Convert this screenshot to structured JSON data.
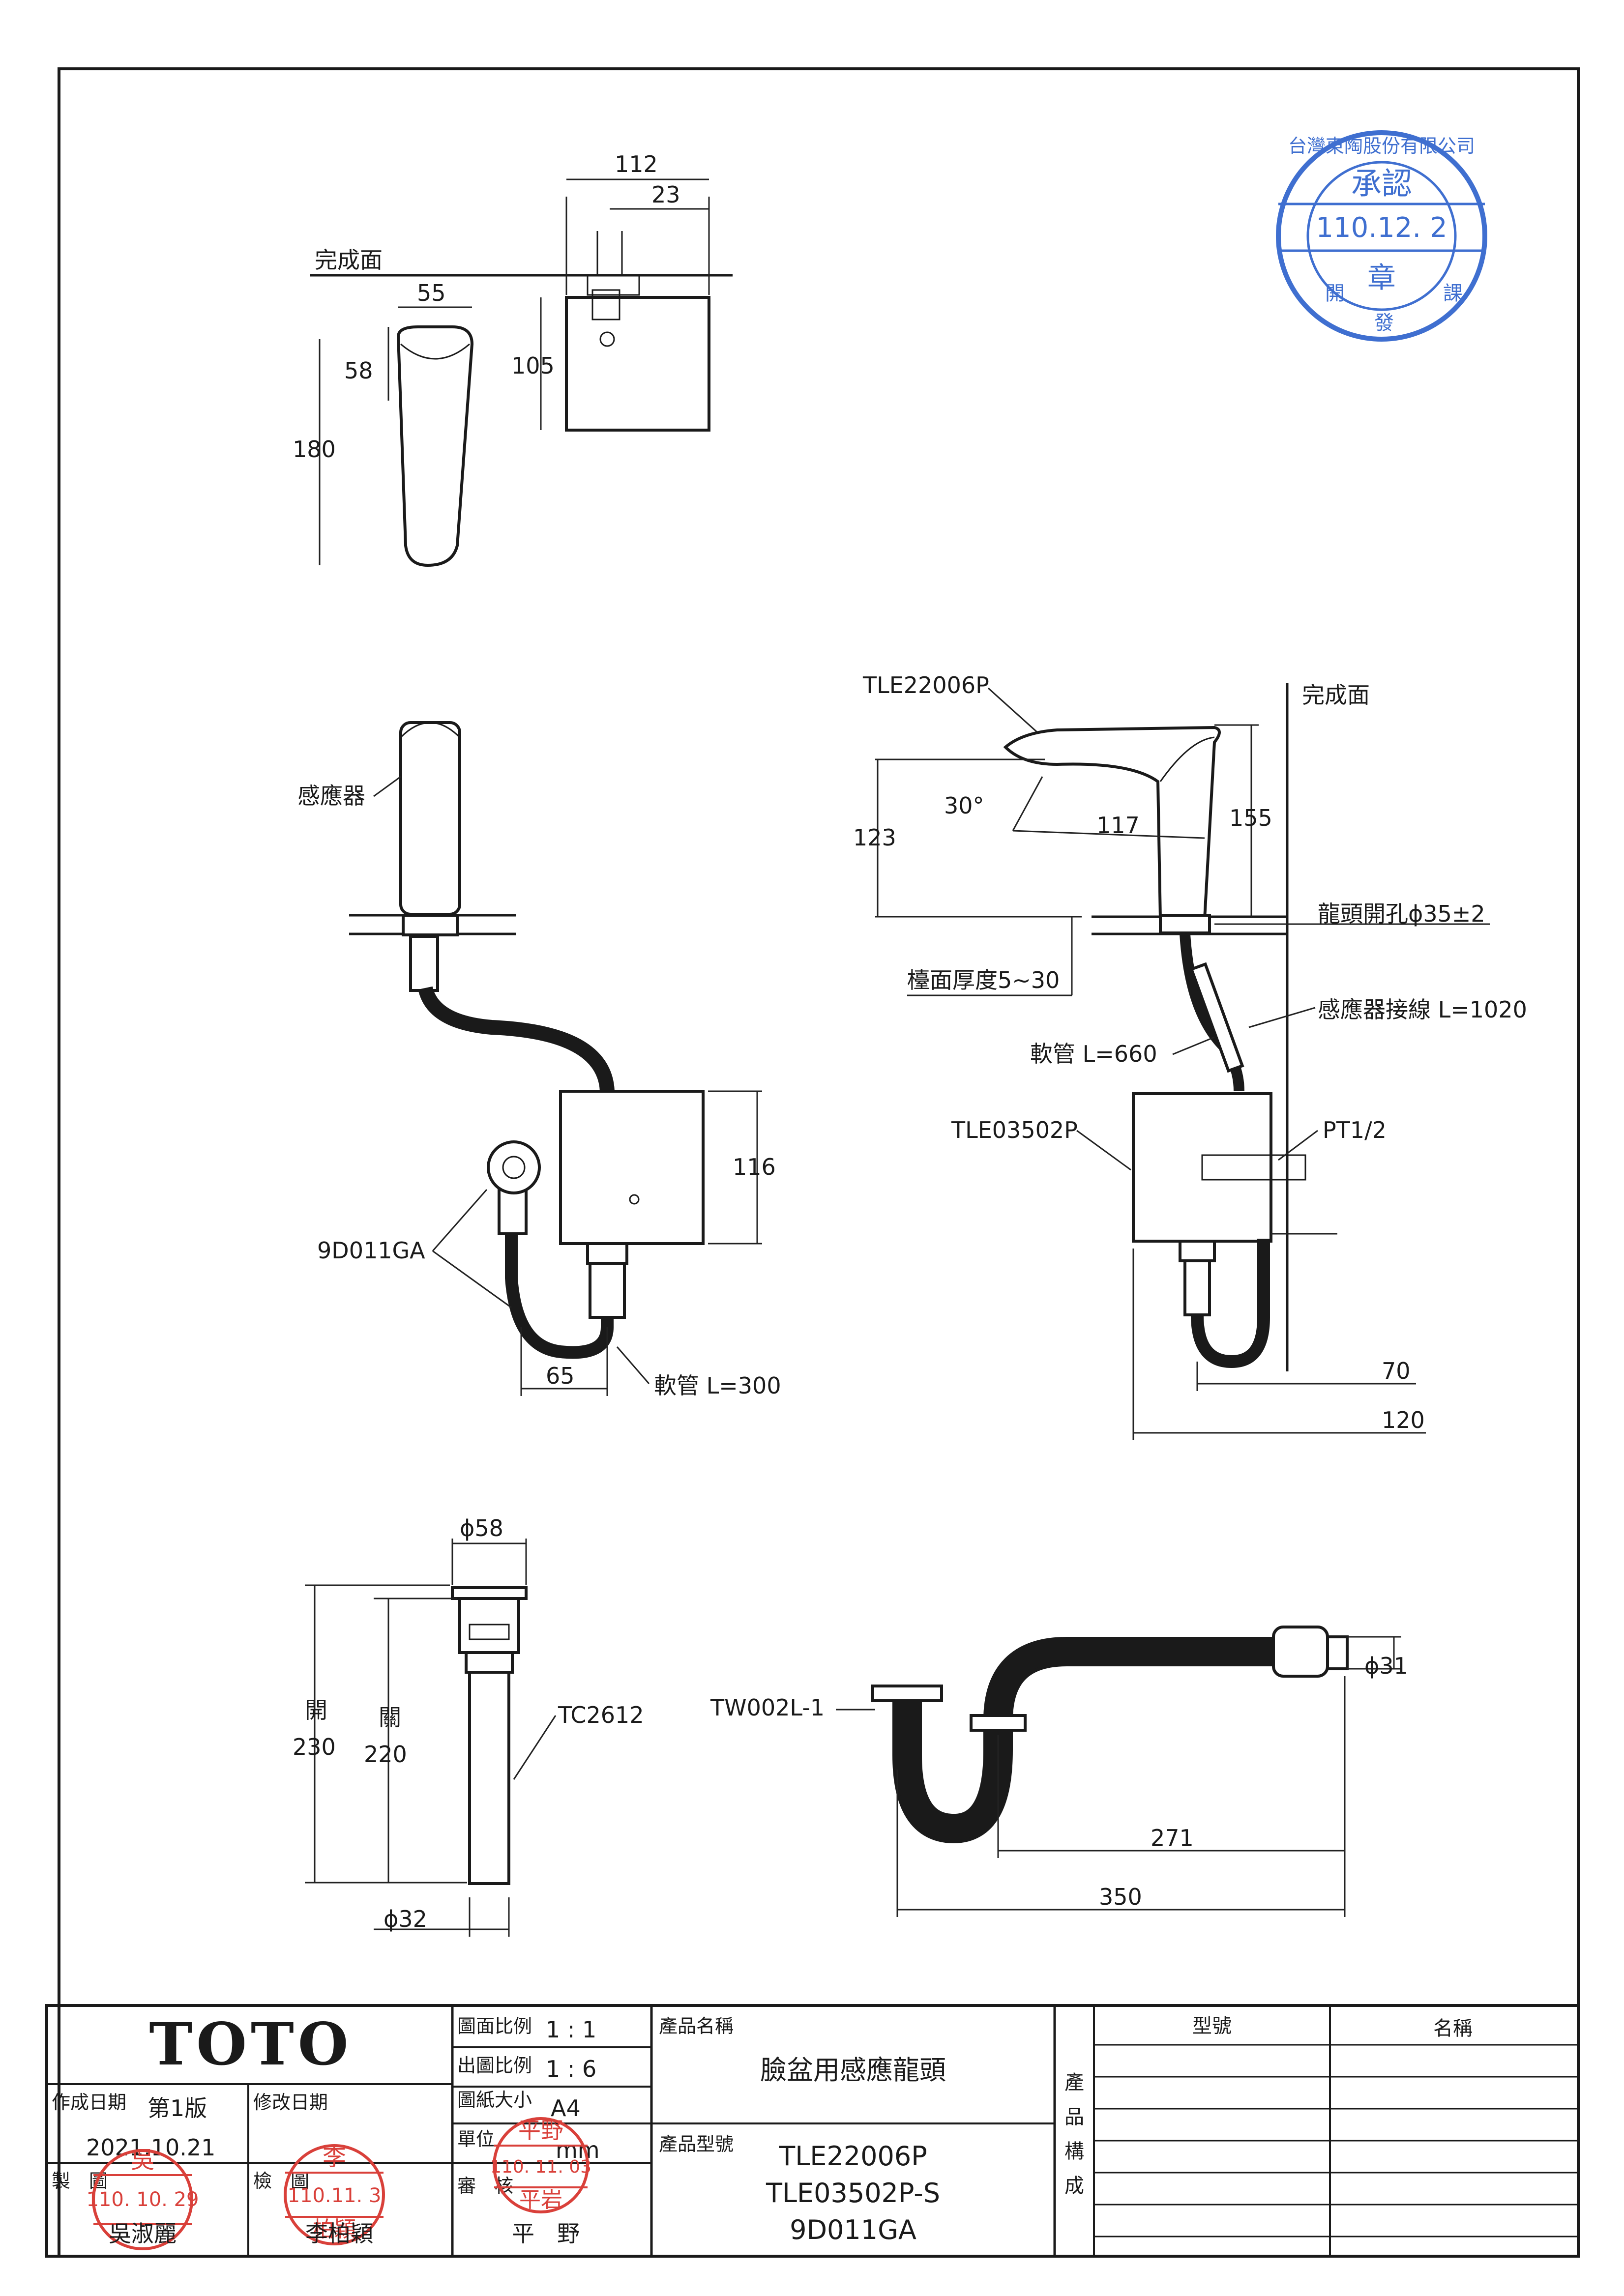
{
  "drawing": {
    "labels": {
      "finish_surface_top": "完成面",
      "finish_surface_side": "完成面",
      "sensor": "感應器",
      "angle": "30°",
      "hole_size": "龍頭開孔ϕ35±2",
      "counter_thickness": "檯面厚度5~30",
      "sensor_cable": "感應器接線 L=1020",
      "flex_hose_660": "軟管 L=660",
      "thread": "PT1/2",
      "flex_hose_300": "軟管 L=300",
      "open": "開",
      "closed": "關"
    },
    "part_numbers": {
      "faucet": "TLE22006P",
      "control_box": "TLE03502P",
      "valve": "9D011GA",
      "drain": "TC2612",
      "trap": "TW002L-1"
    },
    "dimensions": {
      "top_width": "112",
      "top_offset": "23",
      "spout_width": "55",
      "spout_top": "58",
      "box_depth": "105",
      "faucet_height": "180",
      "box_height": "116",
      "valve_offset": "65",
      "spout_height": "123",
      "spout_reach": "117",
      "body_height": "155",
      "wall_70": "70",
      "wall_120": "120",
      "drain_dia_top": "ϕ58",
      "drain_open": "230",
      "drain_closed": "220",
      "drain_dia_bottom": "ϕ32",
      "trap_dia": "ϕ31",
      "trap_271": "271",
      "trap_350": "350"
    }
  },
  "stamp_approval": {
    "company": "台灣東陶股份有限公司",
    "title": "承認",
    "date": "110.12. 2",
    "seal": "章",
    "dept_left": "開",
    "dept_mid": "發",
    "dept_right": "課"
  },
  "title_block": {
    "brand": "TOTO",
    "created_label": "作成日期",
    "edition": "第1版",
    "created_date": "2021.10.21",
    "revised_label": "修改日期",
    "drafter_label": "製　圖",
    "drafter_stamp_name": "吳",
    "drafter_date": "110. 10. 29",
    "drafter_name": "吳淑麗",
    "checker_label": "檢　圖",
    "checker_stamp_name": "李",
    "checker_date": "110.11. 3",
    "checker_stamp_sub": "柏穎",
    "checker_name": "李柏穎",
    "scale_label": "圖面比例",
    "scale_value": "1 : 1",
    "print_scale_label": "出圖比例",
    "print_scale_value": "1 : 6",
    "paper_label": "圖紙大小",
    "paper_value": "A4",
    "unit_label": "單位",
    "unit_value": "mm",
    "approver_label": "審　核",
    "approver_stamp_name": "平野",
    "approver_date": "110. 11. 03",
    "approver_stamp_sub": "平岩",
    "approver_name": "平　野",
    "product_name_label": "產品名稱",
    "product_name": "臉盆用感應龍頭",
    "model_label": "產品型號",
    "model_1": "TLE22006P",
    "model_2": "TLE03502P-S",
    "model_3": "9D011GA",
    "composition_label": [
      "產",
      "品",
      "構",
      "成"
    ],
    "col_model": "型號",
    "col_name": "名稱"
  }
}
